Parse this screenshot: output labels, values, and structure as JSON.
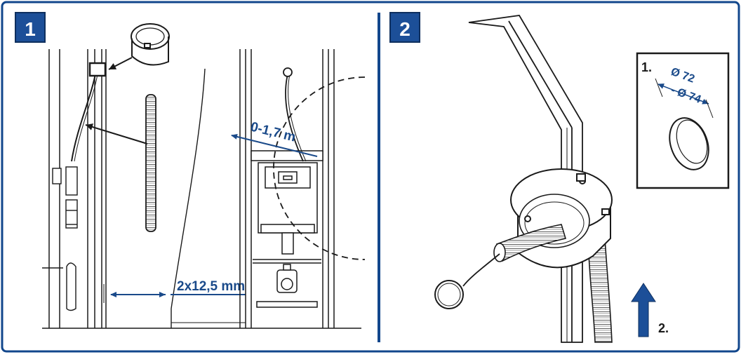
{
  "colors": {
    "frame": "#12478c",
    "badge": "#1c4f98",
    "annotation": "#1a4a8a",
    "line": "#1a1a1a",
    "background": "#ffffff"
  },
  "panel1": {
    "number": "1",
    "height_label": "0-1,7 m",
    "width_label": "2x12,5 mm"
  },
  "panel2": {
    "number": "2",
    "step1_label": "1.",
    "diameter_min": "Ø 72",
    "diameter_max": "- Ø 74",
    "step2_label": "2."
  }
}
